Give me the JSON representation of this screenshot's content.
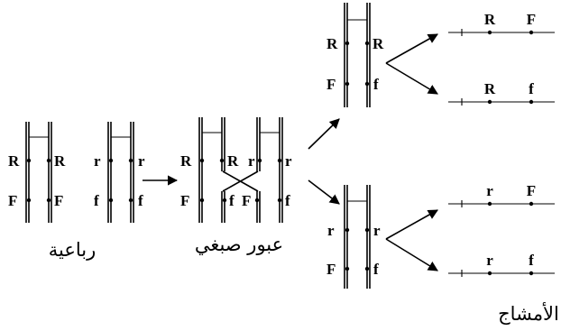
{
  "captions": {
    "tetrad": "رباعية",
    "crossing_over": "عبور صبغي",
    "gametes": "الأمشاج"
  },
  "alleles": {
    "R": "R",
    "r": "r",
    "F": "F",
    "f": "f"
  },
  "gametes": [
    {
      "top": "R",
      "bottom": "F"
    },
    {
      "top": "R",
      "bottom": "f"
    },
    {
      "top": "r",
      "bottom": "F"
    },
    {
      "top": "r",
      "bottom": "f"
    }
  ]
}
